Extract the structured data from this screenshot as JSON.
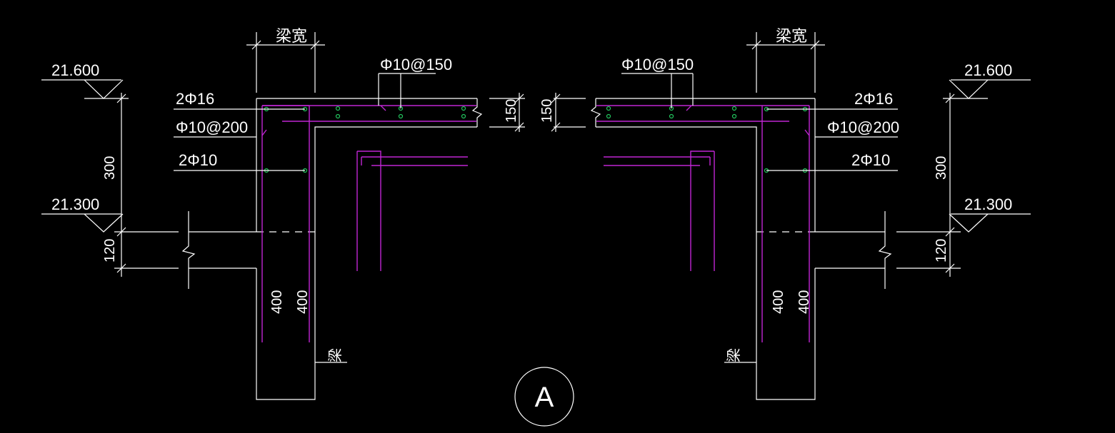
{
  "colors": {
    "background": "#000000",
    "outline": "#ffffff",
    "rebar": "#c026d3",
    "rebar_dot": "#22c55e"
  },
  "left": {
    "beam_width": "梁宽",
    "top_elevation": "21.600",
    "bottom_elevation": "21.300",
    "height_dim": "300",
    "slab_dim": "120",
    "slab_thickness": "150",
    "top_bar": "2Φ16",
    "stirrup": "Φ10@200",
    "mid_bar": "2Φ10",
    "slab_bar": "Φ10@150",
    "dim_400_a": "400",
    "dim_400_b": "400",
    "beam_label": "梁"
  },
  "right": {
    "beam_width": "梁宽",
    "top_elevation": "21.600",
    "bottom_elevation": "21.300",
    "height_dim": "300",
    "slab_dim": "120",
    "slab_thickness": "150",
    "top_bar": "2Φ16",
    "stirrup": "Φ10@200",
    "mid_bar": "2Φ10",
    "slab_bar": "Φ10@150",
    "dim_400_a": "400",
    "dim_400_b": "400",
    "beam_label": "梁"
  },
  "section_mark": "A"
}
